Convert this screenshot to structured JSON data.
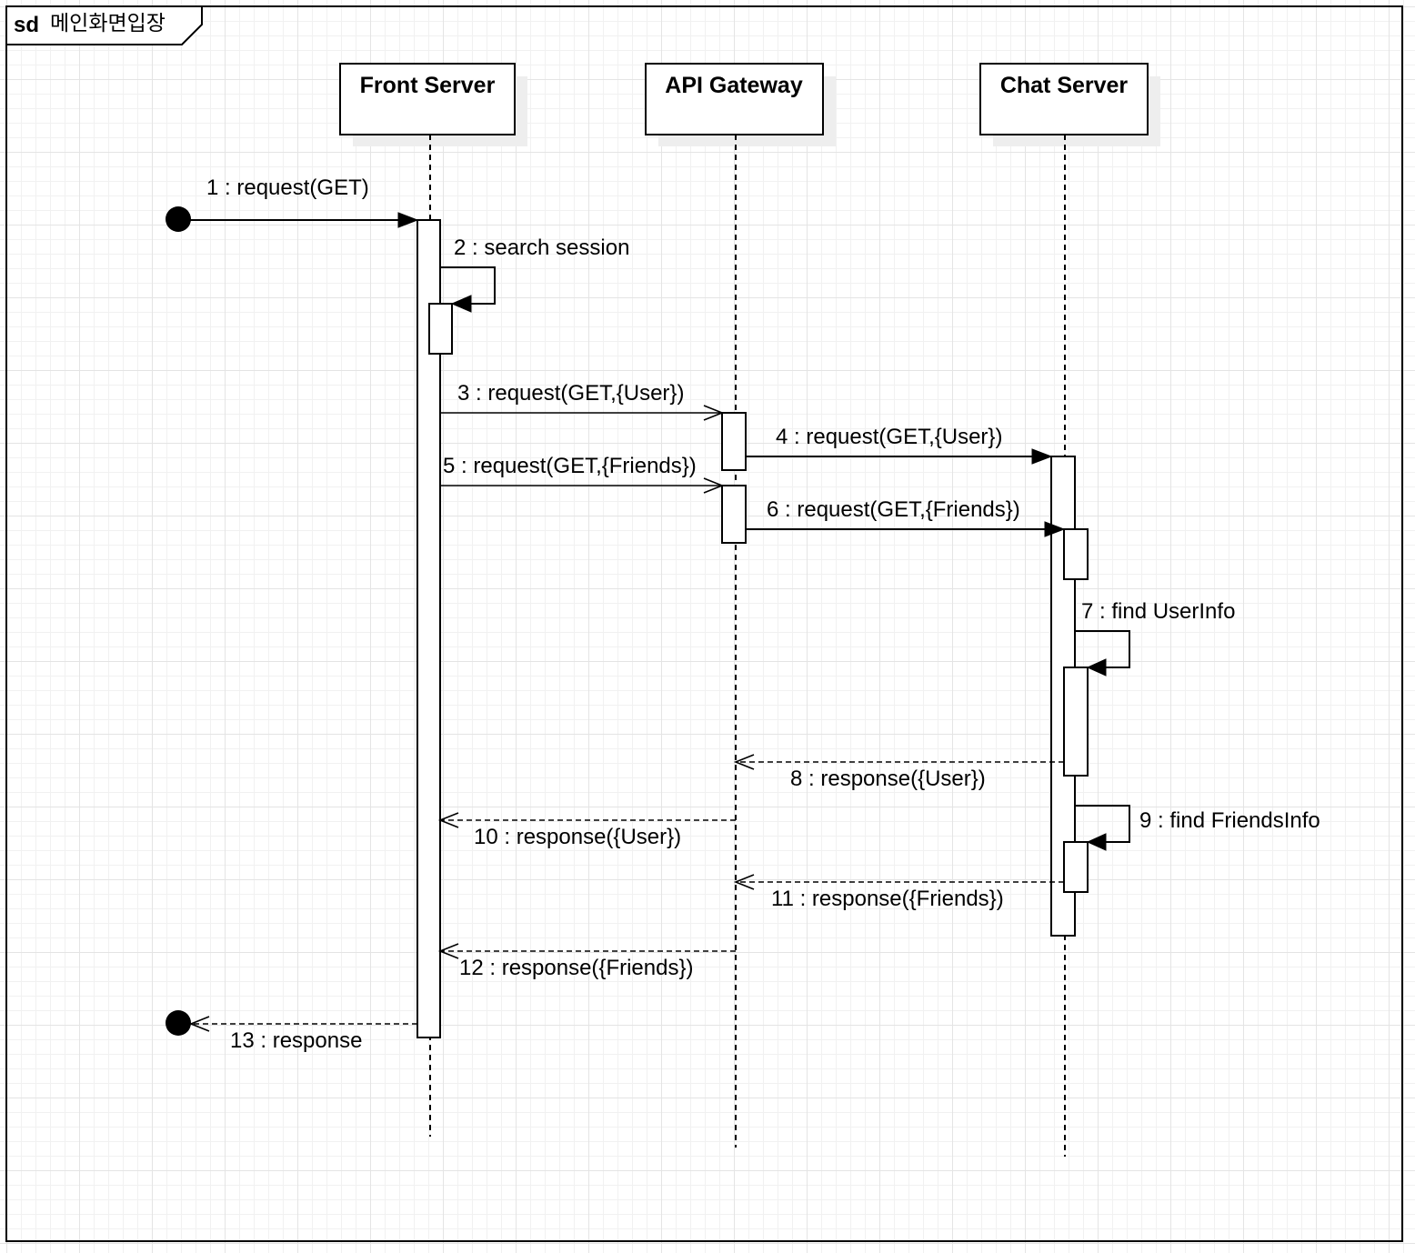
{
  "frame": {
    "keyword": "sd",
    "name": "메인화면입장"
  },
  "participants": [
    {
      "id": "front",
      "label": "Front Server"
    },
    {
      "id": "gateway",
      "label": "API Gateway"
    },
    {
      "id": "chat",
      "label": "Chat Server"
    }
  ],
  "messages": [
    {
      "num": 1,
      "label": "1 : request(GET)",
      "from": "found",
      "to": "front",
      "kind": "sync"
    },
    {
      "num": 2,
      "label": "2 : search session",
      "from": "front",
      "to": "front",
      "kind": "self"
    },
    {
      "num": 3,
      "label": "3 : request(GET,{User})",
      "from": "front",
      "to": "gateway",
      "kind": "async"
    },
    {
      "num": 4,
      "label": "4 : request(GET,{User})",
      "from": "gateway",
      "to": "chat",
      "kind": "sync"
    },
    {
      "num": 5,
      "label": "5 : request(GET,{Friends})",
      "from": "front",
      "to": "gateway",
      "kind": "async"
    },
    {
      "num": 6,
      "label": "6 : request(GET,{Friends})",
      "from": "gateway",
      "to": "chat",
      "kind": "sync"
    },
    {
      "num": 7,
      "label": "7 : find UserInfo",
      "from": "chat",
      "to": "chat",
      "kind": "self"
    },
    {
      "num": 8,
      "label": "8 : response({User})",
      "from": "chat",
      "to": "gateway",
      "kind": "return"
    },
    {
      "num": 9,
      "label": "9 : find FriendsInfo",
      "from": "chat",
      "to": "chat",
      "kind": "self"
    },
    {
      "num": 10,
      "label": "10 : response({User})",
      "from": "gateway",
      "to": "front",
      "kind": "return"
    },
    {
      "num": 11,
      "label": "11 : response({Friends})",
      "from": "chat",
      "to": "gateway",
      "kind": "return"
    },
    {
      "num": 12,
      "label": "12 : response({Friends})",
      "from": "gateway",
      "to": "front",
      "kind": "return"
    },
    {
      "num": 13,
      "label": "13 : response",
      "from": "front",
      "to": "lost",
      "kind": "return"
    }
  ]
}
